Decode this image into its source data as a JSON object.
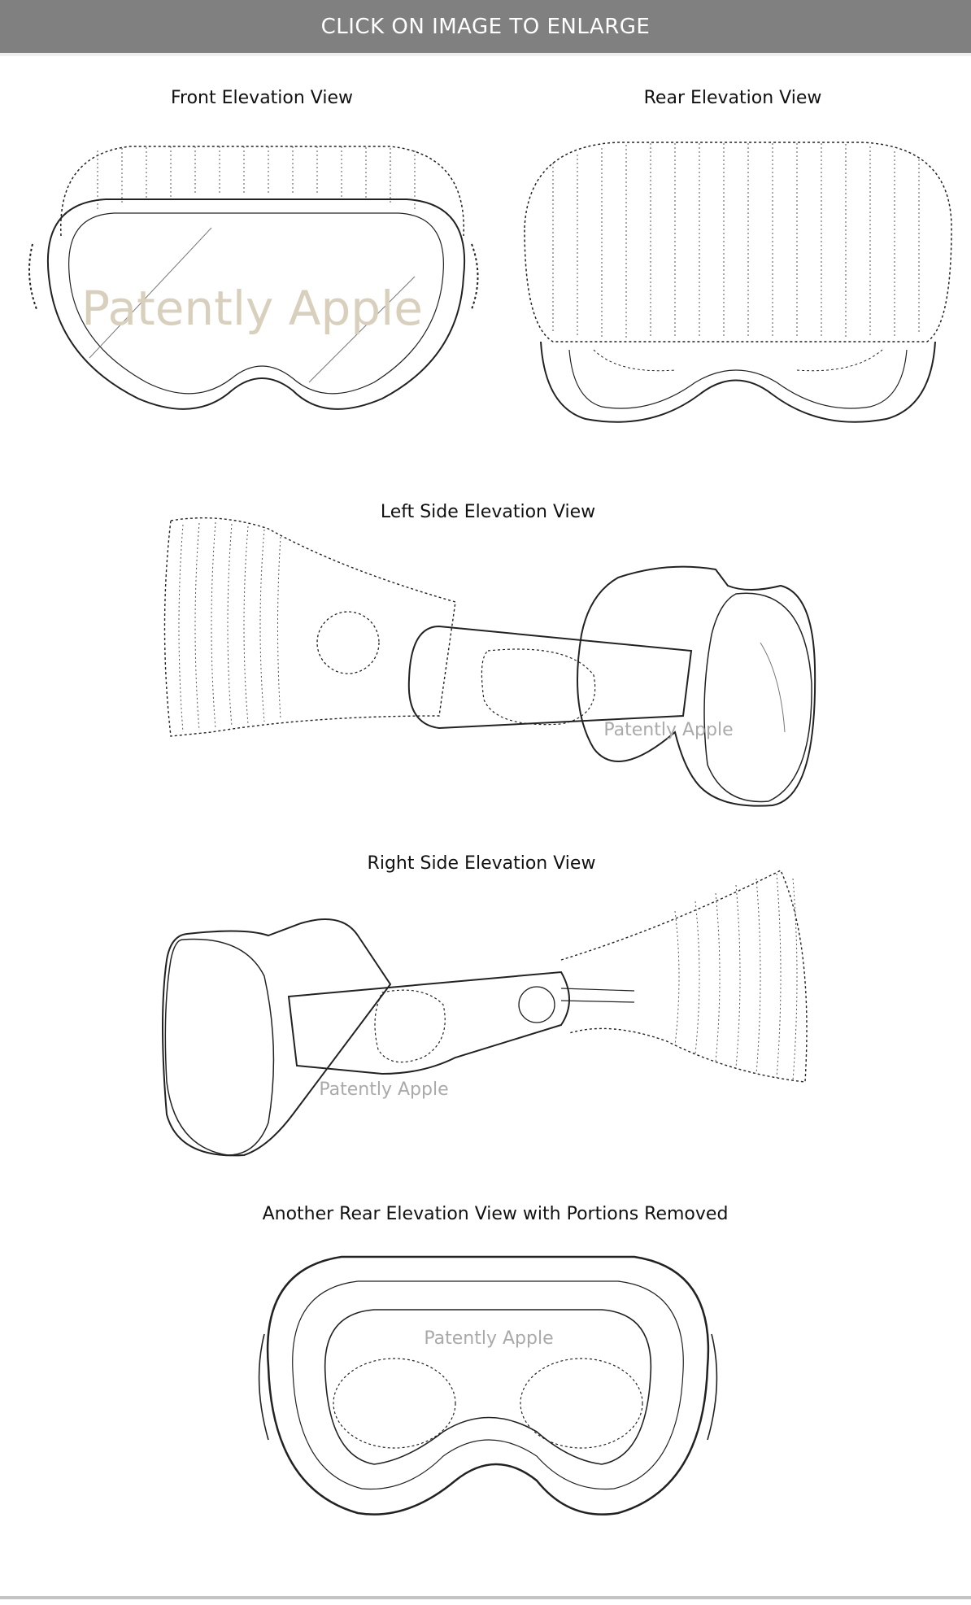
{
  "banner": {
    "text": "CLICK ON IMAGE TO ENLARGE",
    "background": "#808080"
  },
  "views": [
    {
      "title": "Front Elevation View",
      "watermark": "Patently Apple"
    },
    {
      "title": "Rear Elevation View"
    },
    {
      "title": "Left Side Elevation View",
      "watermark": "Patently Apple"
    },
    {
      "title": "Right Side Elevation View",
      "watermark": "Patently Apple"
    },
    {
      "title": "Another Rear Elevation View with Portions Removed",
      "watermark": "Patently Apple"
    }
  ]
}
